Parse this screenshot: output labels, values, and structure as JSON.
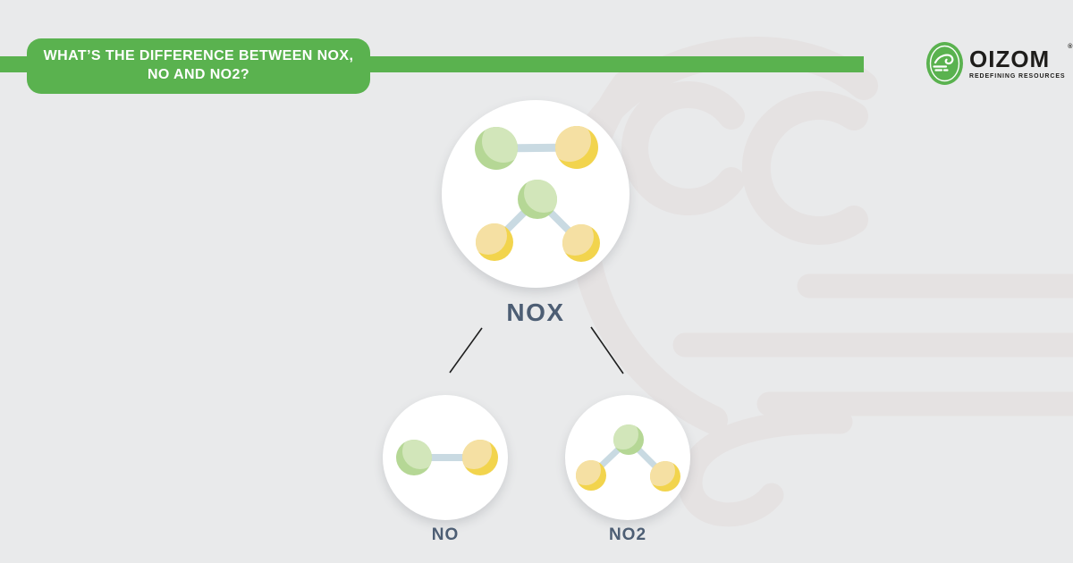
{
  "header": {
    "title_line1": "WHAT’S THE DIFFERENCE BETWEEN NOX,",
    "title_line2": "NO AND NO2?"
  },
  "logo": {
    "name": "OIZOM",
    "registered_mark": "®",
    "tagline": "REDEFINING RESOURCES"
  },
  "diagram": {
    "parent": {
      "label": "NOX"
    },
    "children": [
      {
        "label": "NO"
      },
      {
        "label": "NO2"
      }
    ]
  },
  "icons": {
    "logo_badge": "wind-in-green-circle",
    "background": "faint-wind-swirl-watermark",
    "nox_circle": "NO-and-NO2-molecule-models",
    "no_circle": "diatomic-molecule-green-yellow",
    "no2_circle": "triatomic-molecule-green-two-yellow"
  },
  "colors": {
    "brand_green": "#5ab24f",
    "background": "#e9eaeb",
    "watermark": "#e5e2e2",
    "label_text": "#4d5e74",
    "ball_green": "#b5d795",
    "ball_green_hi": "#d2e6ba",
    "ball_yellow": "#f2d44d",
    "ball_yellow_hi": "#f5e0a3",
    "bond": "#c9dae2",
    "logo_text": "#1e1d1b",
    "connector": "#1f1f1f",
    "title_text": "#ffffff"
  }
}
